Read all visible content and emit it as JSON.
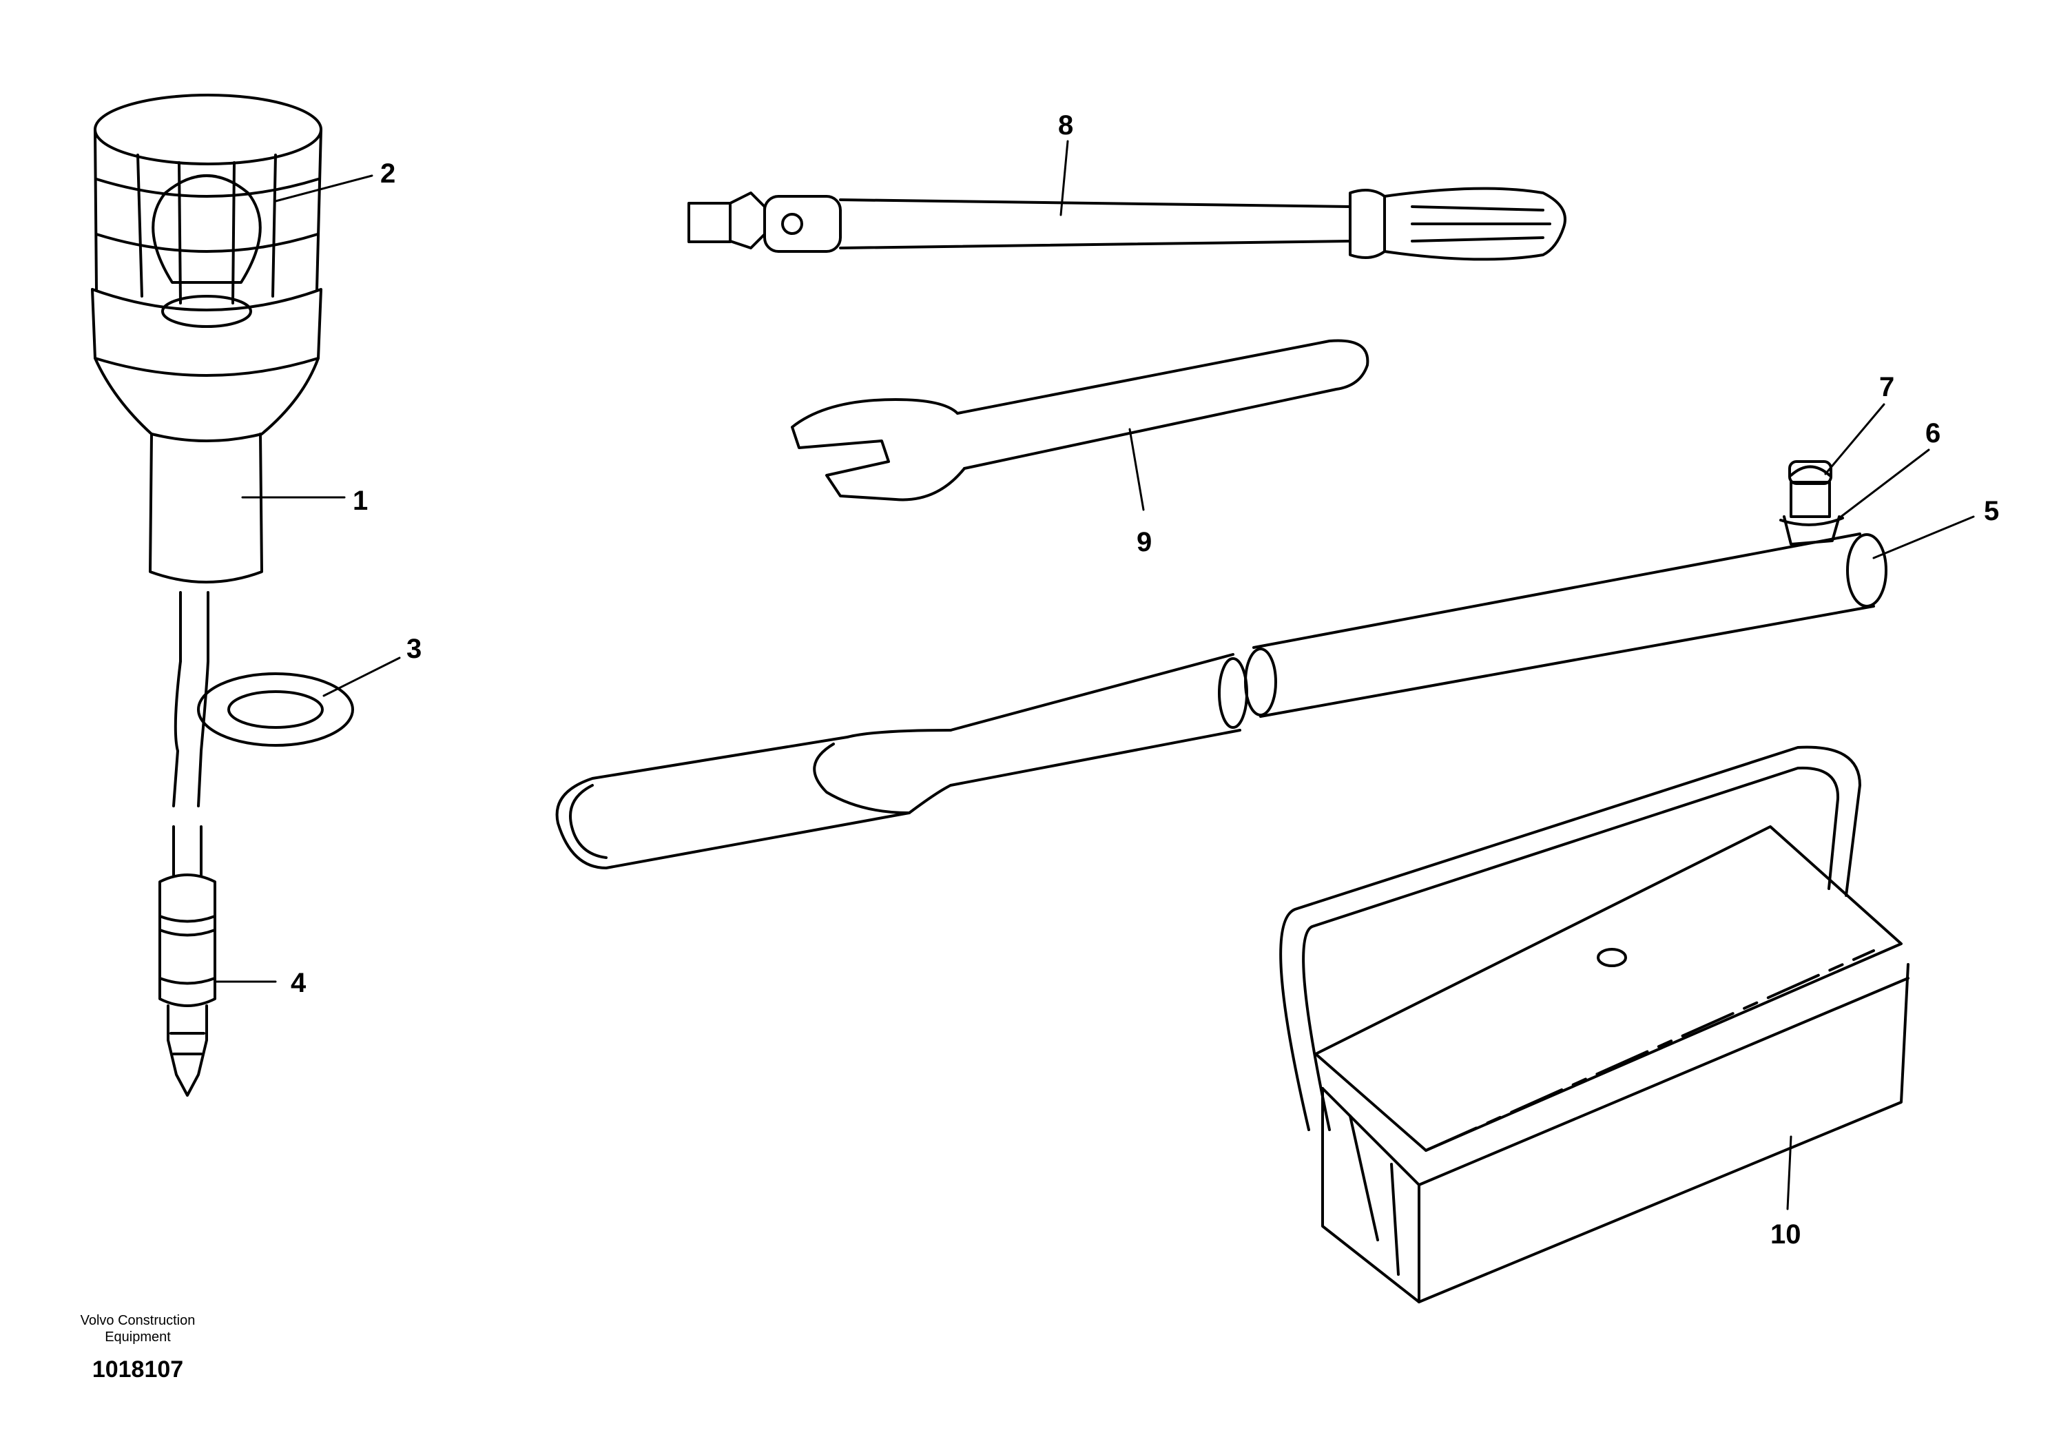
{
  "callouts": [
    {
      "id": "1",
      "label": "1"
    },
    {
      "id": "2",
      "label": "2"
    },
    {
      "id": "3",
      "label": "3"
    },
    {
      "id": "4",
      "label": "4"
    },
    {
      "id": "5",
      "label": "5"
    },
    {
      "id": "6",
      "label": "6"
    },
    {
      "id": "7",
      "label": "7"
    },
    {
      "id": "8",
      "label": "8"
    },
    {
      "id": "9",
      "label": "9"
    },
    {
      "id": "10",
      "label": "10"
    }
  ],
  "footer": {
    "company_line1": "Volvo Construction",
    "company_line2": "Equipment",
    "document_number": "1018107"
  }
}
